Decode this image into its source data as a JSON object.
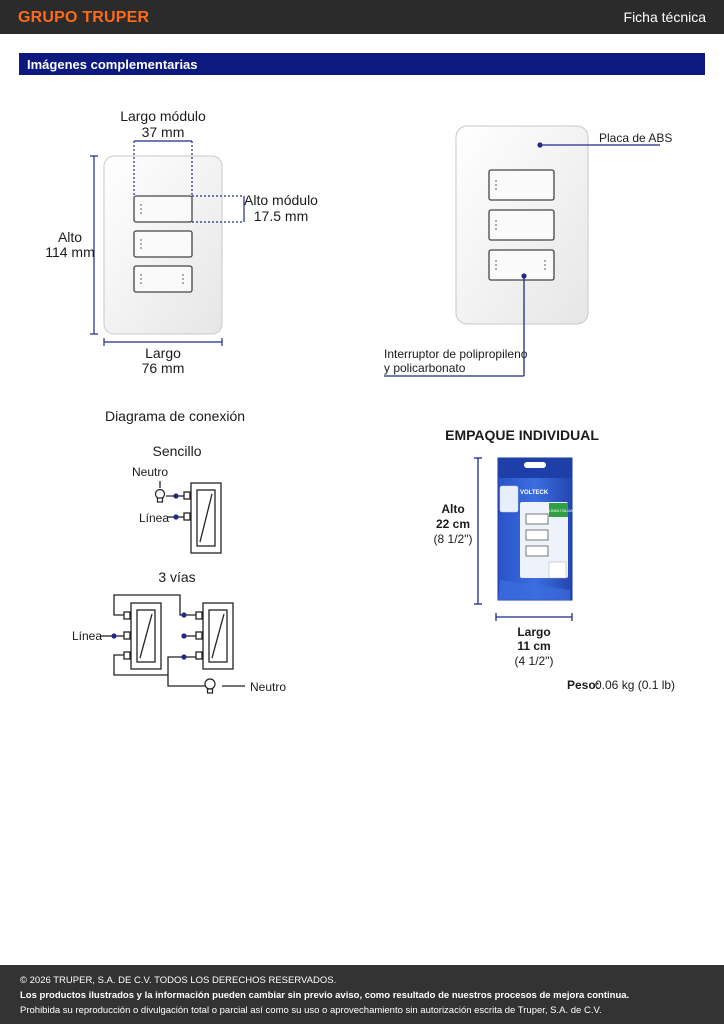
{
  "header": {
    "brand": "GRUPO TRUPER",
    "doc_type": "Ficha técnica",
    "brand_color": "#ff6a1a"
  },
  "section": {
    "title": "Imágenes complementarias",
    "color": "#0c1a7f"
  },
  "dimensions": {
    "largo_modulo_label": "Largo módulo",
    "largo_modulo_value": "37 mm",
    "alto_modulo_label": "Alto módulo",
    "alto_modulo_value": "17.5 mm",
    "alto_label": "Alto",
    "alto_value": "114 mm",
    "largo_label": "Largo",
    "largo_value": "76 mm"
  },
  "callouts": {
    "placa": "Placa de ABS",
    "interruptor_line1": "Interruptor de polipropileno",
    "interruptor_line2": "y policarbonato"
  },
  "diagram": {
    "title": "Diagrama de conexión",
    "sencillo": "Sencillo",
    "neutro": "Neutro",
    "linea": "Línea",
    "tres_vias": "3 vías",
    "linea2": "Línea",
    "neutro2": "Neutro"
  },
  "packaging": {
    "title": "EMPAQUE INDIVIDUAL",
    "alto_label": "Alto",
    "alto_value": "22 cm",
    "alto_inch": "(8 1/2\")",
    "largo_label": "Largo",
    "largo_value": "11 cm",
    "largo_inch": "(4 1/2\")",
    "peso_label": "Peso:",
    "peso_value": "0.06 kg (0.1 lb)",
    "pkg_brand": "VOLTECK",
    "pkg_tag": "LÍNEA ITALIANA"
  },
  "footer": {
    "line1": "© 2026 TRUPER, S.A. DE C.V. TODOS LOS DERECHOS RESERVADOS.",
    "line2": "Los productos ilustrados y la información pueden cambiar sin previo aviso, como resultado de nuestros procesos de mejora continua.",
    "line3": "Prohibida su reproducción o divulgación total o parcial así como su uso o aprovechamiento sin autorización escrita de Truper, S.A. de C.V."
  }
}
